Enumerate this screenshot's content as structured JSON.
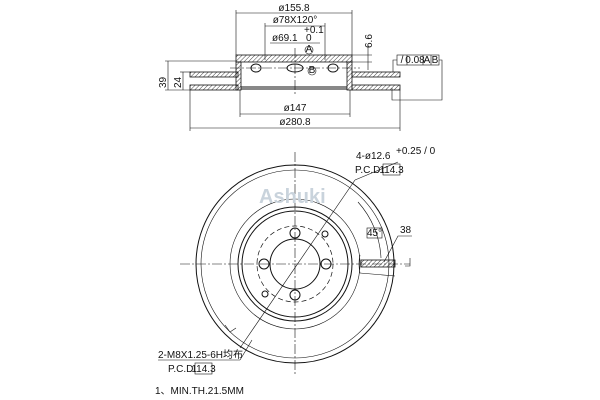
{
  "side_view": {
    "dim_hat_outer": "ø155.8",
    "dim_bolt_angle": "ø78X120°",
    "dim_center_bore": "ø69.1",
    "dim_center_bore_tol_upper": "+0.1",
    "dim_center_bore_tol_lower": "0",
    "dim_hat_depth": "6.6",
    "dim_total_height": "39",
    "dim_disc_thickness": "24",
    "dim_inner_diameter": "ø147",
    "dim_outer_diameter": "ø280.8",
    "datum_a": "A",
    "datum_b": "B",
    "tolerance_frame": {
      "symbol": "/",
      "value": "0.08",
      "datum1": "A",
      "datum2": "B"
    }
  },
  "front_view": {
    "bolt_holes": "4-ø12.6",
    "bolt_holes_tol": "+0.25 / 0",
    "pcd_label_top": "P.C.D",
    "pcd_value_top": "114.3",
    "angle": "45°",
    "vent_width": "38",
    "threaded_holes": "2-M8X1.25-6H均布",
    "pcd_label_bottom": "P.C.D",
    "pcd_value_bottom": "114.3"
  },
  "watermark": "Ashuki",
  "notes": [
    "1、MIN.TH.21.5MM"
  ]
}
